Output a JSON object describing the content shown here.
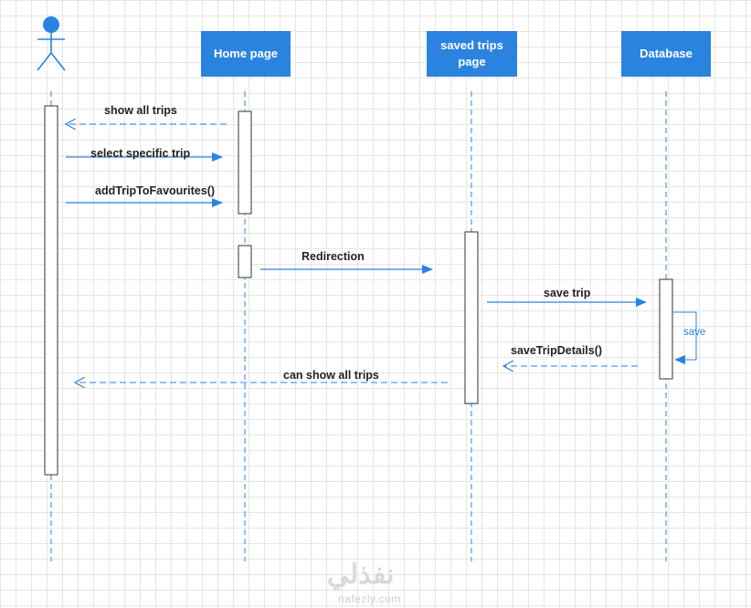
{
  "diagram": {
    "lifelines": {
      "home_page": "Home page",
      "saved_trips_page_line1": "saved trips",
      "saved_trips_page_line2": "page",
      "database": "Database"
    },
    "messages": {
      "show_all_trips": "show all trips",
      "select_specific_trip": "select specific trip",
      "add_trip_to_favourites": "addTripToFavourites()",
      "redirection": "Redirection",
      "save_trip": "save trip",
      "save": "save",
      "save_trip_details": "saveTripDetails()",
      "can_show_all_trips": "can show all trips"
    },
    "colors": {
      "primary": "#2b83e0",
      "grid": "#e6e6e6",
      "text": "#222222"
    }
  },
  "watermark": {
    "arabic": "نفذلي",
    "latin": "nafezly.com"
  }
}
